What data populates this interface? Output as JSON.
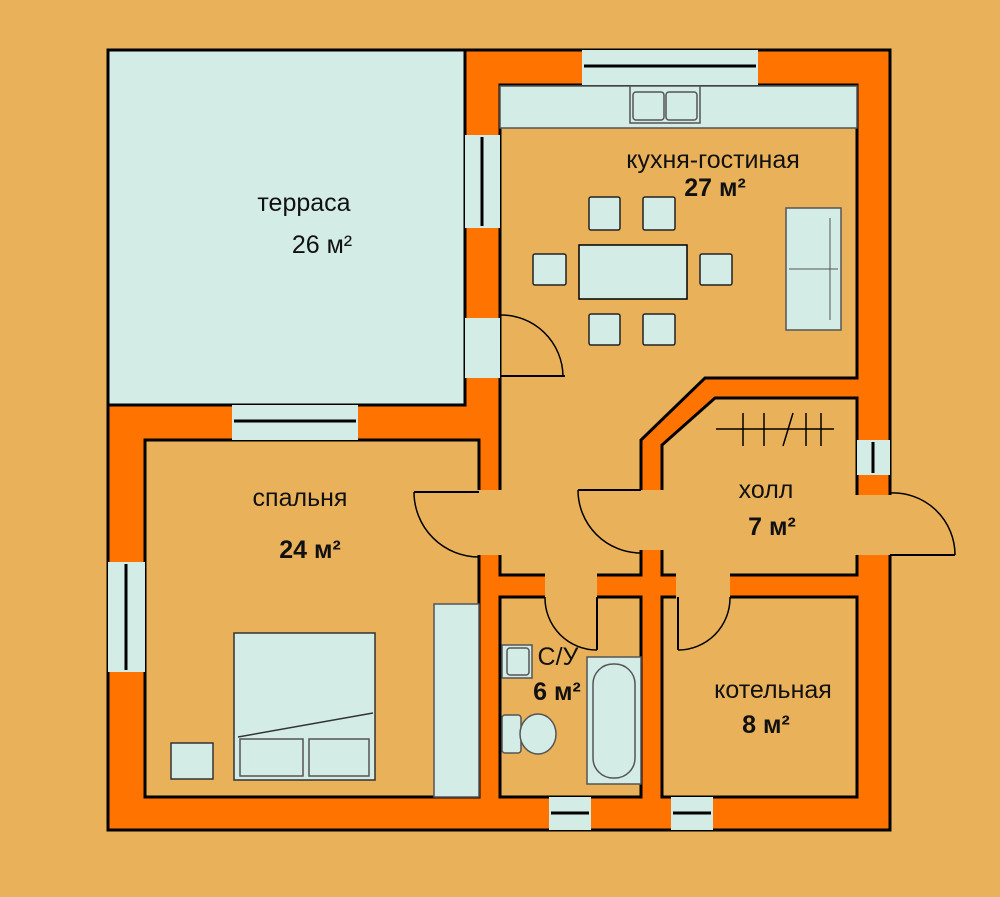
{
  "colors": {
    "background": "#E9B25A",
    "wall": "#FF7400",
    "fixture": "#D4ECE6"
  },
  "rooms": {
    "terrace": {
      "name": "терраса",
      "area": "26 м²"
    },
    "kitchen": {
      "name": "кухня-гостиная",
      "area": "27 м²"
    },
    "bedroom": {
      "name": "спальня",
      "area": "24 м²"
    },
    "hall": {
      "name": "холл",
      "area": "7 м²"
    },
    "bathroom": {
      "name": "С/У",
      "area": "6 м²"
    },
    "boiler": {
      "name": "котельная",
      "area": "8 м²"
    }
  }
}
